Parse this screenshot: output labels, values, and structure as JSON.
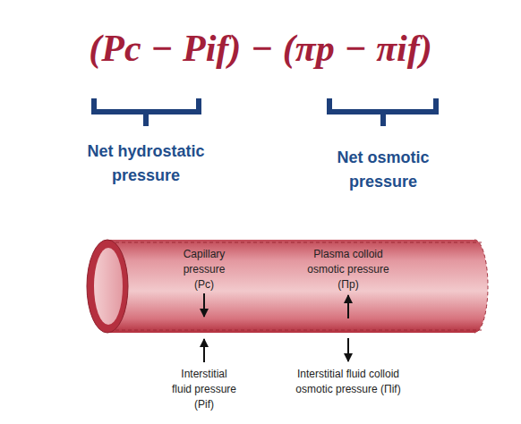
{
  "diagram": {
    "title": "(Pc − Pif) − (πp − πif)",
    "labels": [
      "Net hydrostatic pressure",
      "Net osmotic pressure",
      "Capillary pressure (Pc)",
      "Plasma colloid osmotic pressure (Πp)",
      "Interstitial fluid pressure (Pif)",
      "Interstitial fluid colloid osmotic pressure (Πif)"
    ]
  }
}
